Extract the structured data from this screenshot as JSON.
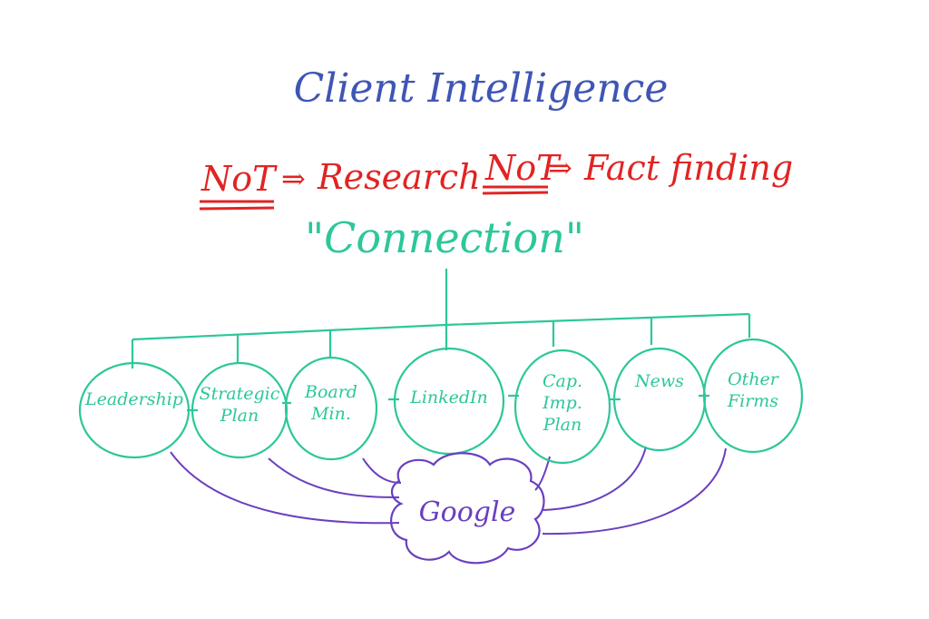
{
  "title": "Client Intelligence",
  "negations": [
    {
      "prefix": "NoT",
      "arrow": "⇒",
      "text": "Research"
    },
    {
      "prefix": "NoT",
      "arrow": "⇒",
      "text": "Fact finding"
    }
  ],
  "root": "\"Connection\"",
  "nodes": [
    {
      "label": "Leadership"
    },
    {
      "label": "Strategic Plan"
    },
    {
      "label": "Board Min."
    },
    {
      "label": "LinkedIn"
    },
    {
      "label": "Cap. Imp. Plan"
    },
    {
      "label": "News"
    },
    {
      "label": "Other Firms"
    }
  ],
  "hub": "Google",
  "colors": {
    "title": "#3f55b5",
    "negation": "#e02424",
    "connection": "#2cc79a",
    "hub": "#6a3fc0"
  }
}
